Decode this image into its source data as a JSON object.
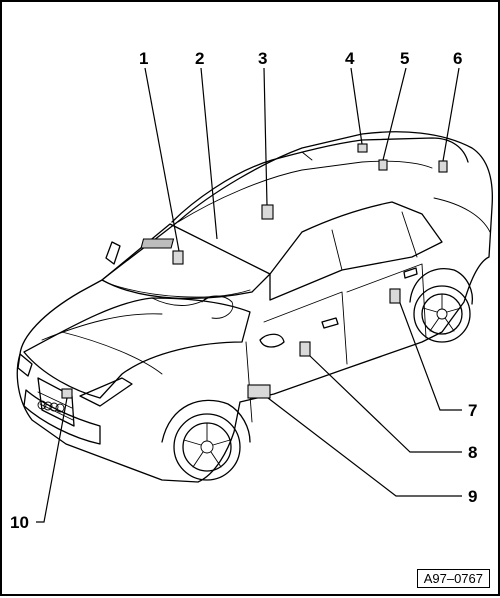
{
  "figure_id": "A97–0767",
  "callouts": [
    {
      "id": 1,
      "label": "1"
    },
    {
      "id": 2,
      "label": "2"
    },
    {
      "id": 3,
      "label": "3"
    },
    {
      "id": 4,
      "label": "4"
    },
    {
      "id": 5,
      "label": "5"
    },
    {
      "id": 6,
      "label": "6"
    },
    {
      "id": 7,
      "label": "7"
    },
    {
      "id": 8,
      "label": "8"
    },
    {
      "id": 9,
      "label": "9"
    },
    {
      "id": 10,
      "label": "10"
    }
  ]
}
